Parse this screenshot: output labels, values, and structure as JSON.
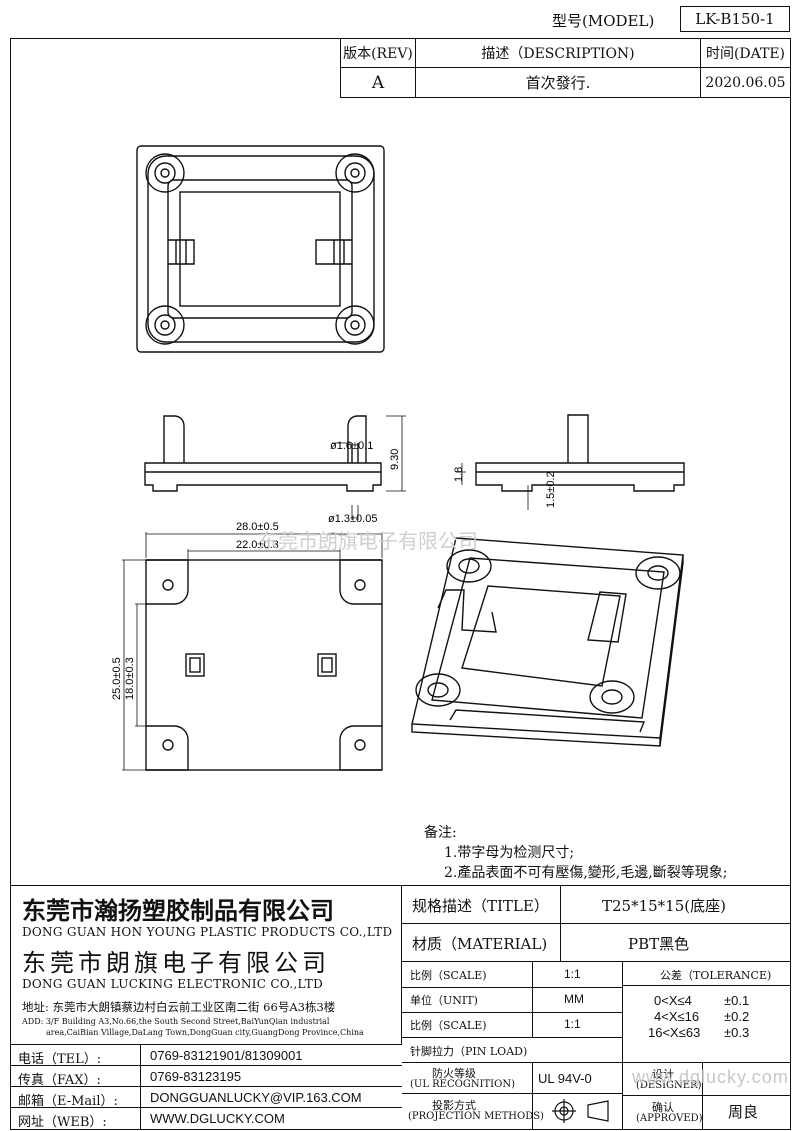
{
  "header": {
    "model_label": "型号(MODEL)",
    "model_value": "LK-B150-1",
    "rev_label": "版本(REV)",
    "desc_label": "描述（DESCRIPTION)",
    "date_label": "时间(DATE)",
    "rev_value": "A",
    "desc_value": "首次發行.",
    "date_value": "2020.06.05"
  },
  "dimensions": {
    "pin_dia": "ø1.6±0.1",
    "height": "9.30",
    "hole_dia": "ø1.3±0.05",
    "base_h": "1.8",
    "step": "1.5±0.2",
    "width_outer": "28.0±0.5",
    "width_inner": "22.0±0.3",
    "height_outer": "25.0±0.5",
    "height_inner": "18.0±0.3"
  },
  "watermark": "东莞市朗旗电子有限公司",
  "notes": {
    "title": "备注:",
    "items": [
      "1.带字母为检测尺寸;",
      "2.產品表面不可有壓傷,變形,毛邊,斷裂等現象;"
    ]
  },
  "company": {
    "name1_cn": "东莞市瀚扬塑胶制品有限公司",
    "name1_en": "DONG GUAN HON YOUNG PLASTIC PRODUCTS CO.,LTD",
    "name2_cn": "东莞市朗旗电子有限公司",
    "name2_en": "DONG GUAN LUCKING ELECTRONIC CO.,LTD",
    "address_cn": "地址: 东莞市大朗镇蔡边村白云前工业区南二街 66号A3栋3楼",
    "address_en1": "ADD: 3/F Building A3,No.66,the South Second Street,BaiYunQian industrial",
    "address_en2": "area,CaiBian Village,DaLang Town,DongGuan city,GuangDong Province,China",
    "contacts": [
      {
        "label": "电话（TEL）:",
        "value": "0769-83121901/81309001"
      },
      {
        "label": "传真（FAX）:",
        "value": "0769-83123195"
      },
      {
        "label": "邮箱（E-Mail）:",
        "value": "DONGGUANLUCKY@VIP.163.COM"
      },
      {
        "label": "网址（WEB）:",
        "value": "WWW.DGLUCKY.COM"
      }
    ]
  },
  "spec": {
    "title_label": "规格描述（TITLE）",
    "title_value": "T25*15*15(底座)",
    "material_label": "材质（MATERIAL)",
    "material_value": "PBT黑色",
    "scale_label": "比例（SCALE)",
    "scale_value": "1:1",
    "unit_label": "单位（UNIT)",
    "unit_value": "MM",
    "scale2_label": "比例（SCALE)",
    "scale2_value": "1:1",
    "pinload_label": "针脚拉力（PIN LOAD)",
    "ul_label1": "防火等级",
    "ul_label2": "(UL RECOGNITION)",
    "ul_value": "UL 94V-0",
    "proj_label1": "投影方式",
    "proj_label2": "(PROJECTION METHODS)",
    "tolerance_label": "公差（TOLERANCE)",
    "tolerances": [
      {
        "range": "0<X≤4",
        "value": "±0.1"
      },
      {
        "range": "4<X≤16",
        "value": "±0.2"
      },
      {
        "range": "16<X≤63",
        "value": "±0.3"
      }
    ],
    "designer_label1": "设计",
    "designer_label2": "(DESIGNER)",
    "approved_label1": "确认",
    "approved_label2": "(APPROVED)",
    "approved_value": "周良",
    "watermark_url": "www.dglucky.com"
  },
  "icons": [
    "first-angle-projection-icon"
  ]
}
